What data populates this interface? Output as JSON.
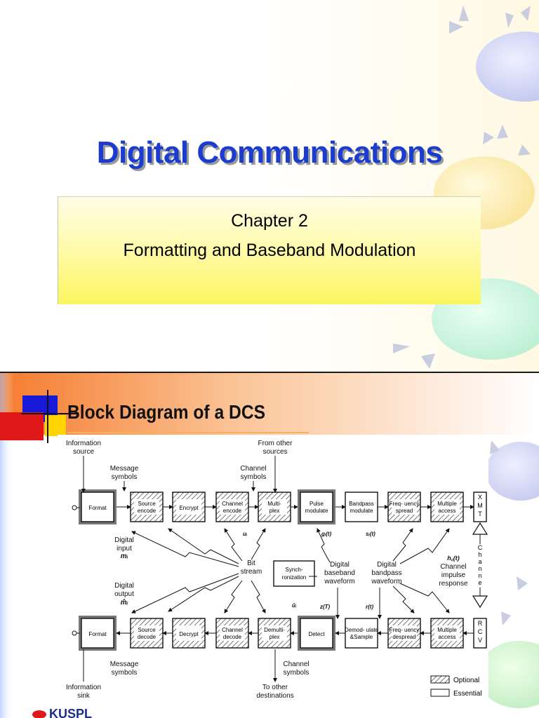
{
  "slide1": {
    "title": "Digital Communications",
    "subtitle_line1": "Chapter 2",
    "subtitle_line2": "Formatting and Baseband Modulation"
  },
  "slide2": {
    "title": "Block Diagram of a DCS",
    "logo_text": "KUSPL",
    "diagram": {
      "tx_blocks": [
        "Format",
        "Source encode",
        "Encrypt",
        "Channel encode",
        "Multi- plex",
        "Pulse modulate",
        "Bandpass modulate",
        "Freq- uency spread",
        "Multiple access"
      ],
      "rx_blocks": [
        "Format",
        "Source decode",
        "Decrypt",
        "Channel decode",
        "Demulti- plex",
        "Detect",
        "Demod- ulate &Sample",
        "Freq- uency despread",
        "Multiple access"
      ],
      "xmt": "XMT",
      "rcv": "RCV",
      "channel": "Channel",
      "labels": {
        "information_source": "Information source",
        "from_other_sources": "From other sources",
        "message_symbols_tx": "Message symbols",
        "channel_symbols_tx": "Channel symbols",
        "digital_input": "Digital input",
        "digital_output": "Digital output",
        "bit_stream": "Bit stream",
        "synchronization": "Synch- ronization",
        "digital_baseband_waveform": "Digital baseband waveform",
        "digital_bandpass_waveform": "Digital bandpass waveform",
        "channel_impulse_response": "Channel impulse response",
        "message_symbols_rx": "Message symbols",
        "channel_symbols_rx": "Channel symbols",
        "information_sink": "Information sink",
        "to_other_destinations": "To other destinations",
        "m_i": "m",
        "m_hat_i": "m̂",
        "u_i": "u",
        "u_hat_i": "û",
        "g_i_t": "g",
        "s_i_t": "s",
        "z_T": "z(T)",
        "r_t": "r(t)",
        "h_c_t": "h",
        "optional": "Optional",
        "essential": "Essential"
      }
    }
  },
  "colors": {
    "title_blue": "#1a3ccf",
    "subtitle_yellow": "#fcf560",
    "orange_band": "#f7a65c",
    "square_yellow": "#ffd400",
    "square_blue": "#1818d8",
    "square_red": "#e11818"
  }
}
